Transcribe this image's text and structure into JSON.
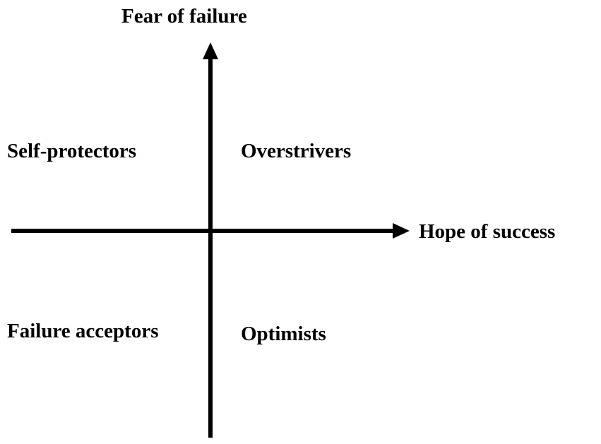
{
  "axes": {
    "vertical_label": "Fear of failure",
    "horizontal_label": "Hope of success"
  },
  "quadrants": {
    "top_left": "Self-protectors",
    "top_right": "Overstrivers",
    "bottom_left": "Failure acceptors",
    "bottom_right": "Optimists"
  },
  "colors": {
    "line": "#000000",
    "background": "#ffffff"
  }
}
